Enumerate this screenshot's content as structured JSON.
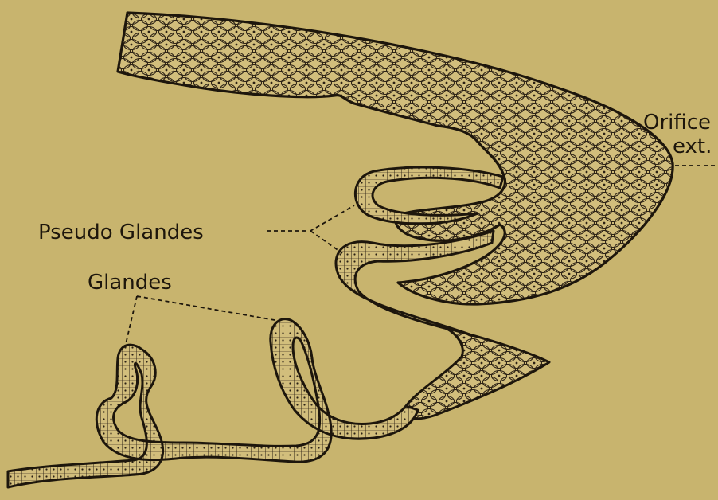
{
  "labels": {
    "orifice_line1": "Orifice",
    "orifice_line2": "ext.",
    "pseudo_glandes": "Pseudo Glandes",
    "glandes": "Glandes"
  },
  "colors": {
    "paper": "#c8b46e",
    "ink": "#1d160c",
    "cell_fill": "#d2be7c"
  }
}
